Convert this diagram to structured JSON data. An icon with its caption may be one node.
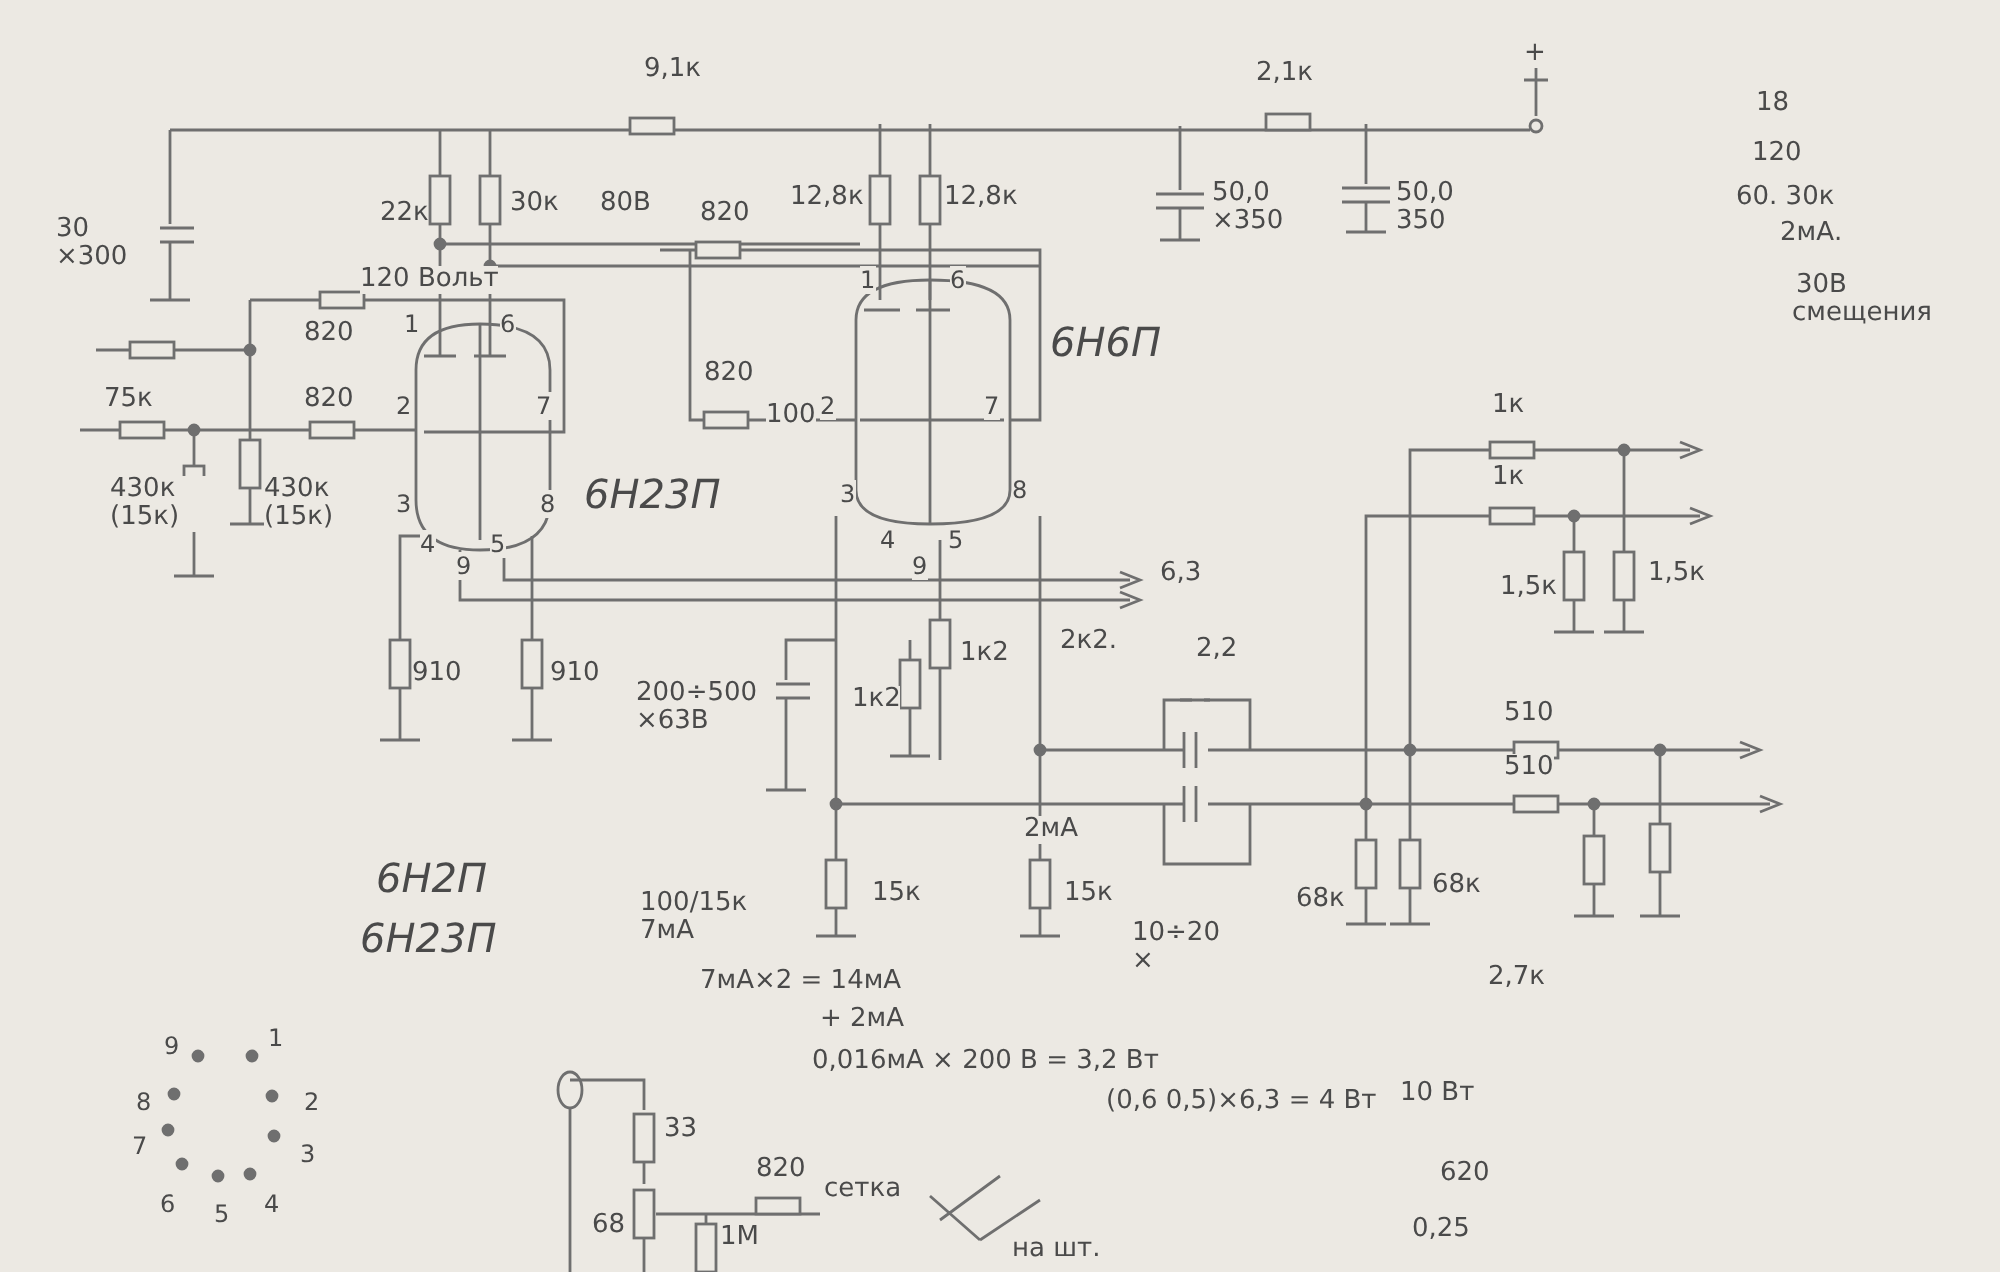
{
  "diagram": {
    "labels": [
      "9,1к",
      "2,1к",
      "+",
      "18",
      "120",
      "60. 30к",
      "2мА.",
      "30В",
      "смещения",
      "30 ×300",
      "22к",
      "30к",
      "80В",
      "120 Вольт",
      "820",
      "12,8к",
      "12,8к",
      "50,0 ×350",
      "50,0 350",
      "820",
      "1",
      "6",
      "6Н6П",
      "1",
      "6",
      "75к",
      "820",
      "2",
      "7",
      "820",
      "100",
      "2",
      "7",
      "1к",
      "1к",
      "6Н23П",
      "430к (15к)",
      "430к (15к)",
      "3",
      "8",
      "4",
      "9",
      "5",
      "3",
      "8",
      "4",
      "9",
      "5",
      "6,3",
      "1,5к",
      "1,5к",
      "1к2",
      "2к2.",
      "2,2",
      "910",
      "910",
      "200÷500 ×63В",
      "1к2",
      "510",
      "510",
      "2мА",
      "15к",
      "15к",
      "68к",
      "68к",
      "6Н2П",
      "6Н23П",
      "100/15к 7мА",
      "10÷20 ×",
      "7мА×2 = 14мА",
      "2,7к",
      "+ 2мА",
      "0,016мА × 200 В = 3,2 Вт",
      "(0,6 0,5)×6,3 = 4 Вт",
      "10 Вт",
      "1",
      "2",
      "3",
      "4",
      "5",
      "6",
      "7",
      "8",
      "9",
      "33",
      "820",
      "сетка",
      "68",
      "1М",
      "на шт.",
      "620",
      "0,25"
    ]
  }
}
